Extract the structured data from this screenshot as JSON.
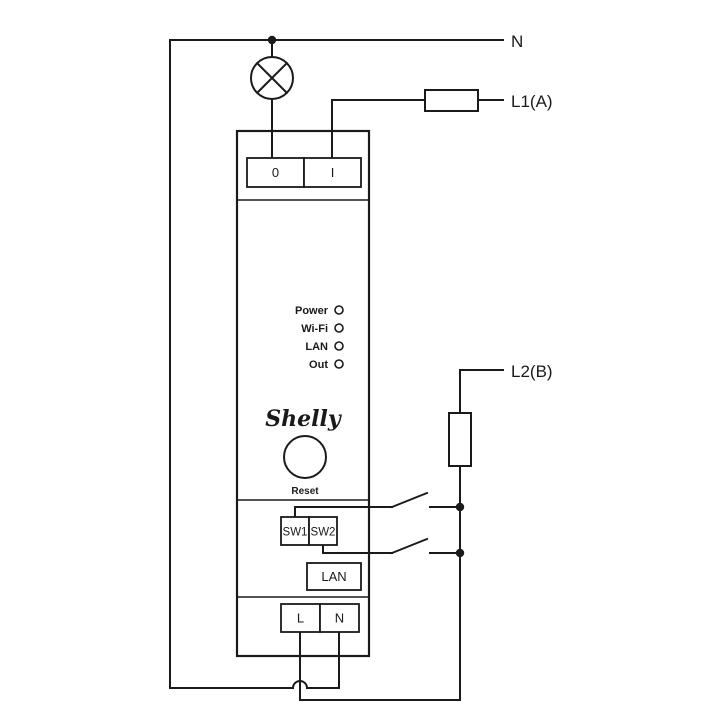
{
  "labels": {
    "neutral": "N",
    "line_a": "L1(A)",
    "line_b": "L2(B)"
  },
  "device": {
    "brand": "Shelly",
    "reset_label": "Reset",
    "terminals": {
      "output_0": "0",
      "output_i": "I",
      "sw1": "SW1",
      "sw2": "SW2",
      "lan": "LAN",
      "line": "L",
      "neutral": "N"
    },
    "leds": [
      {
        "label": "Power"
      },
      {
        "label": "Wi-Fi"
      },
      {
        "label": "LAN"
      },
      {
        "label": "Out"
      }
    ]
  },
  "colors": {
    "line": "#1a1a1a",
    "background": "#ffffff"
  }
}
